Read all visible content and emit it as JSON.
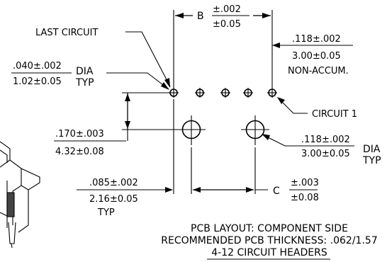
{
  "dims": {
    "b_label": "B",
    "b_tol_top": "±.002",
    "b_tol_bot": "±0.05",
    "last_circuit": "LAST CIRCUIT",
    "pitch_in": ".118±.002",
    "pitch_mm": "3.00±0.05",
    "non_accum": "NON-ACCUM.",
    "hole_small_in": ".040±.002",
    "hole_small_mm": "1.02±0.05",
    "hole_small_dia": "DIA",
    "hole_small_typ": "TYP",
    "circuit_1": "CIRCUIT 1",
    "row_offset_in": ".170±.003",
    "row_offset_mm": "4.32±0.08",
    "hole_large_in": ".118±.002",
    "hole_large_mm": "3.00±0.05",
    "hole_large_dia": "DIA",
    "hole_large_typ": "TYP",
    "edge_in": ".085±.002",
    "edge_mm": "2.16±0.05",
    "edge_typ": "TYP",
    "c_label": "C",
    "c_tol_top": "±.003",
    "c_tol_bot": "±0.08"
  },
  "notes": {
    "line1": "PCB LAYOUT: COMPONENT SIDE",
    "line2": "RECOMMENDED PCB THICKNESS: .062/1.57",
    "line3": "4-12 CIRCUIT HEADERS"
  }
}
